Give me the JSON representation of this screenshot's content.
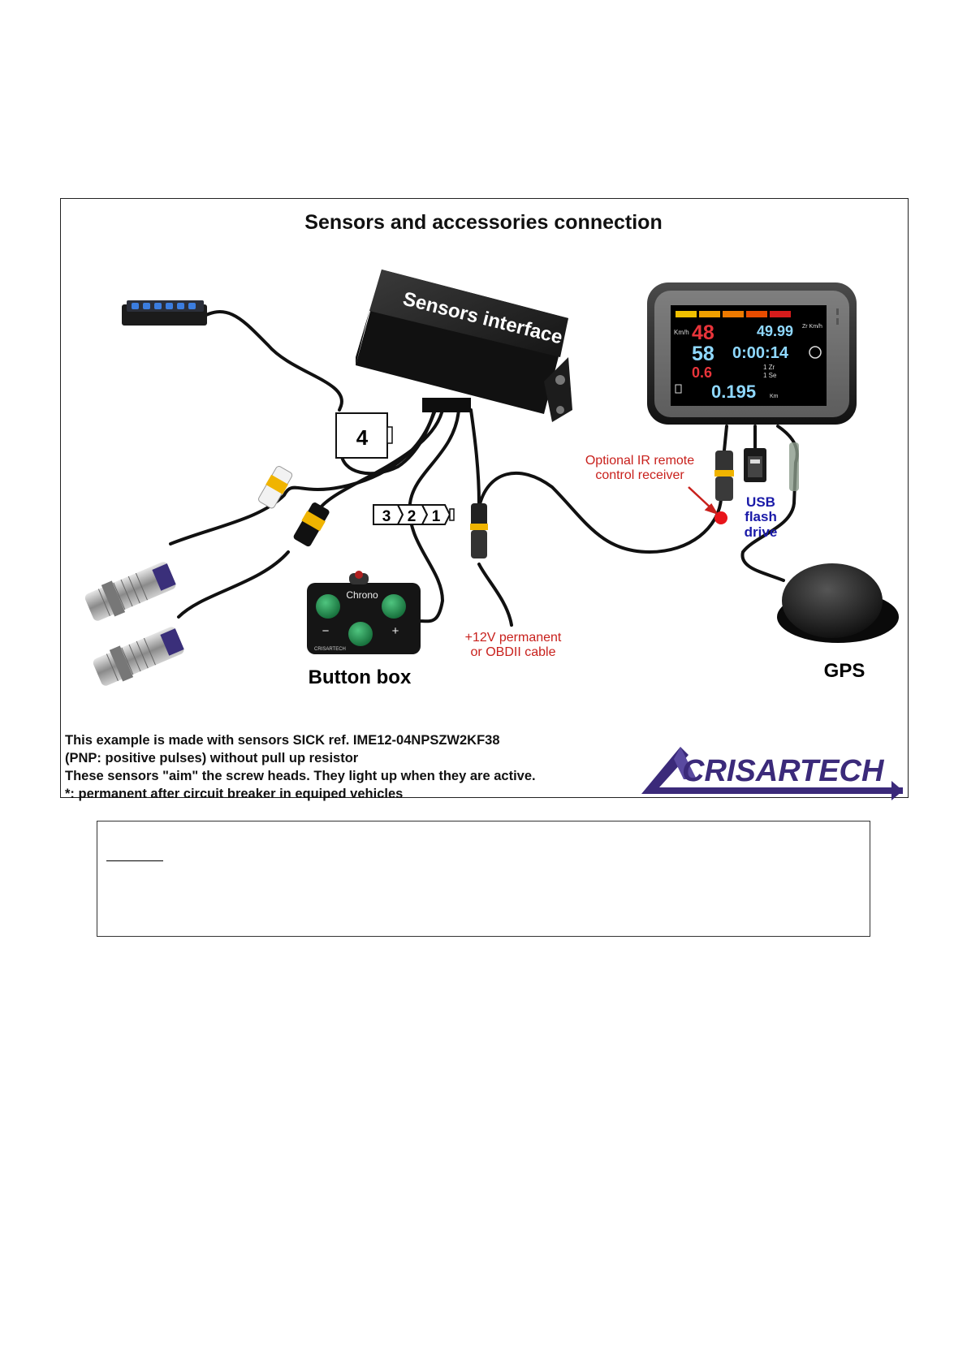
{
  "diagram": {
    "title": "Sensors and accessories connection",
    "interface_label": "Sensors interface",
    "port_4": "4",
    "ports_row": [
      "3",
      "2",
      "1"
    ],
    "ir_label_line1": "Optional IR remote",
    "ir_label_line2": "control receiver",
    "usb_line1": "USB",
    "usb_line2": "flash",
    "usb_line3": "drive",
    "power_line1": "+12V permanent",
    "power_line2": "or OBDII cable",
    "button_box_label": "Button box",
    "button_box_chrono": "Chrono",
    "button_box_minus": "−",
    "button_box_plus": "+",
    "button_box_brand": "CRISARTECH",
    "gps_label": "GPS",
    "logo_text": "CRISARTECH",
    "screen": {
      "kmh_unit": "Km/h",
      "speed1": "48",
      "value_top": "49.99",
      "zr_unit": "Zr\nKm/h",
      "speed2": "58",
      "timer": "0:00:14",
      "value3": "0.6",
      "zr_line": "1  Zr",
      "se_line": "1  Se",
      "distance": "0.195",
      "km_unit": "Km"
    }
  },
  "captions": [
    "This example is made with sensors SICK ref. IME12-04NPSZW2KF38",
    "(PNP: positive pulses) without pull up resistor",
    "These sensors \"aim\" the screw heads. They light up when they are active.",
    "*: permanent after circuit breaker in equiped vehicles"
  ],
  "colors": {
    "ir_red": "#c8201c",
    "usb_blue": "#1a1aa8",
    "logo_purple": "#3b2a7a",
    "screen_red": "#e8343a",
    "screen_cyan": "#8fd8ff",
    "button_green": "#1e8a4c"
  }
}
